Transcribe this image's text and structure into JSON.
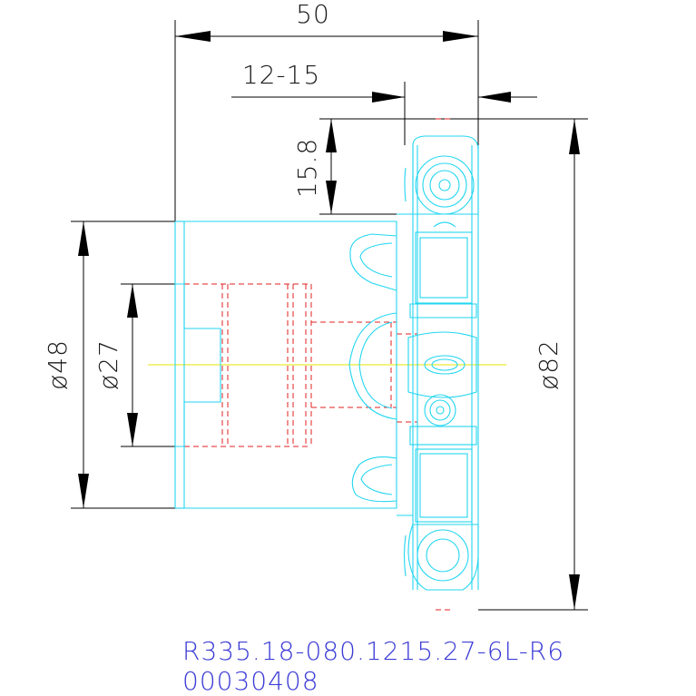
{
  "dimensions": {
    "overall_length": "50",
    "cutting_depth": "12-15",
    "insert_height": "15.8",
    "hub_diameter": "ø48",
    "bore_diameter": "ø27",
    "cutter_diameter": "ø82"
  },
  "title_block": {
    "part_number": "R335.18-080.1215.27-6L-R6",
    "item_code": "00030408"
  },
  "colors": {
    "dimension_lines": "#000000",
    "visible_outline": "#22d6f0",
    "hidden_lines": "#e02020",
    "center_axis": "#e6e600",
    "caption_text": "#3b3bd6"
  }
}
